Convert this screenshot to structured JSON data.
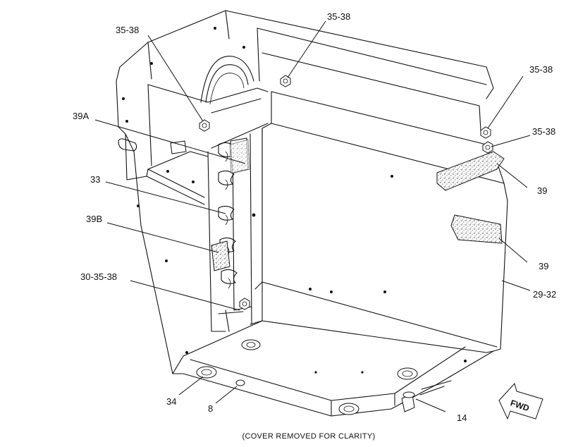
{
  "callouts": [
    {
      "id": "c1",
      "text": "35-38"
    },
    {
      "id": "c2",
      "text": "35-38"
    },
    {
      "id": "c3",
      "text": "35-38"
    },
    {
      "id": "c4",
      "text": "35-38"
    },
    {
      "id": "c5",
      "text": "39A"
    },
    {
      "id": "c6",
      "text": "33"
    },
    {
      "id": "c7",
      "text": "39"
    },
    {
      "id": "c8",
      "text": "39B"
    },
    {
      "id": "c9",
      "text": "39"
    },
    {
      "id": "c10",
      "text": "30-35-38"
    },
    {
      "id": "c11",
      "text": "29-32"
    },
    {
      "id": "c12",
      "text": "34"
    },
    {
      "id": "c13",
      "text": "8"
    },
    {
      "id": "c14",
      "text": "14"
    }
  ],
  "direction_label": "FWD",
  "caption": "(COVER REMOVED FOR CLARITY)"
}
